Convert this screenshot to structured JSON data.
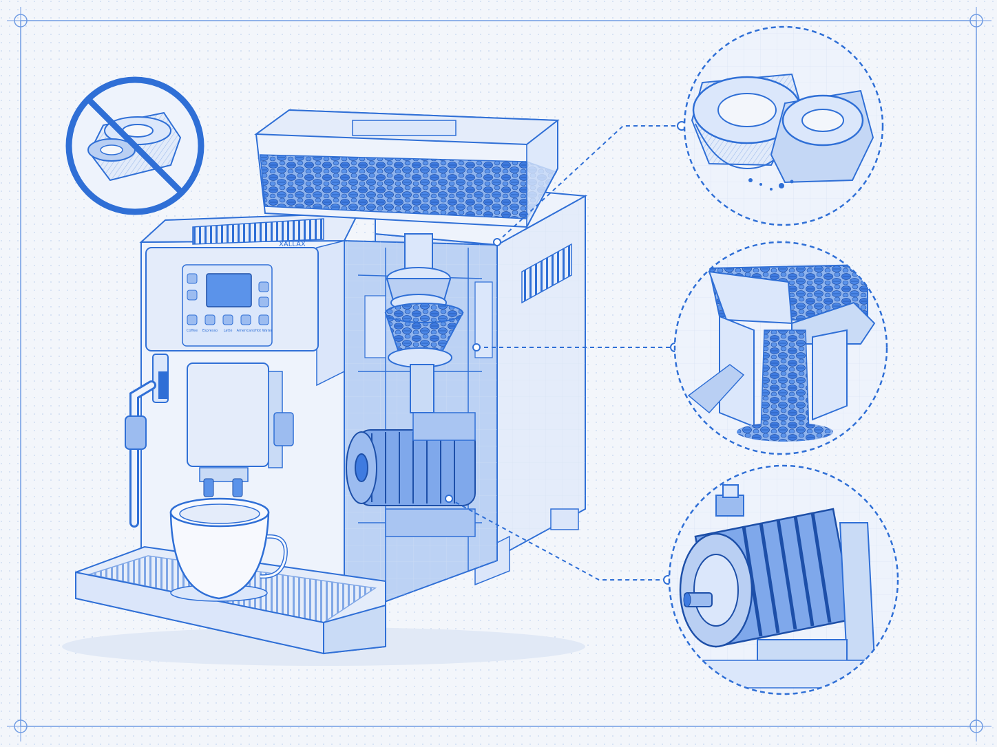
{
  "palette": {
    "background": "#f3f6fb",
    "ink": "#2f6fd6",
    "fill_light": "#dbe7fb",
    "fill_mid": "#8fb4ee",
    "fill_dark": "#3f7be0"
  },
  "control_panel": {
    "button_labels": [
      "Coffee",
      "Espresso",
      "Latte",
      "Americano",
      "Hot Water"
    ],
    "grille_mark": "XALLAX"
  },
  "icons": [
    "no-burr-grinder-icon",
    "burr-grinder-detail",
    "bean-chute-detail",
    "grinder-motor-detail"
  ]
}
